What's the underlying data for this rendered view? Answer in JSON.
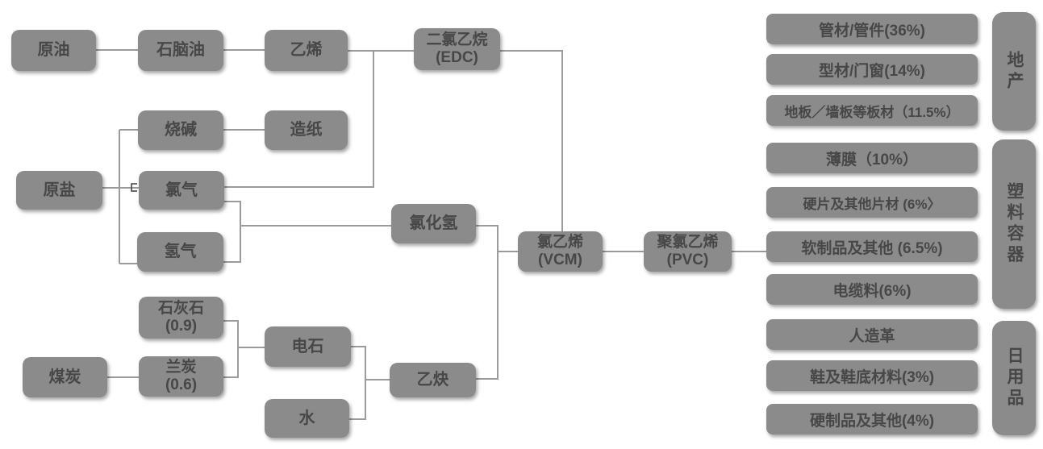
{
  "colors": {
    "background": "#ffffff",
    "box_fill": "#8b8b8b",
    "box_text": "#474747",
    "line": "#9b9b9b"
  },
  "nodes": {
    "crude_oil": {
      "label": "原油"
    },
    "naphtha": {
      "label": "石脑油"
    },
    "ethylene": {
      "label": "乙烯"
    },
    "edc": {
      "label": "二氯乙烷",
      "sub": "(EDC)"
    },
    "caustic_soda": {
      "label": "烧碱"
    },
    "paper": {
      "label": "造纸"
    },
    "raw_salt": {
      "label": "原盐"
    },
    "chlorine": {
      "label": "氯气"
    },
    "hydrogen": {
      "label": "氢气"
    },
    "hcl": {
      "label": "氯化氢"
    },
    "vcm": {
      "label": "氯乙烯",
      "sub": "(VCM)"
    },
    "pvc": {
      "label": "聚氯乙烯",
      "sub": "(PVC)"
    },
    "coal": {
      "label": "煤炭"
    },
    "limestone": {
      "label": "石灰石",
      "sub": "(0.9)"
    },
    "semi_coke": {
      "label": "兰炭",
      "sub": "(0.6)"
    },
    "carbide": {
      "label": "电石"
    },
    "water": {
      "label": "水"
    },
    "acetylene": {
      "label": "乙炔"
    }
  },
  "applications": {
    "items": [
      {
        "label": "管材/管件(36%)"
      },
      {
        "label": "型材/门窗(14%)"
      },
      {
        "label": "地板／墙板等板材（11.5%）"
      },
      {
        "label": "薄膜（10%）"
      },
      {
        "label": "硬片及其他片材 (6%〉"
      },
      {
        "label": "软制品及其他 (6.5%)"
      },
      {
        "label": "电缆料(6%)"
      },
      {
        "label": "人造革"
      },
      {
        "label": "鞋及鞋底材料(3%)"
      },
      {
        "label": "硬制品及其他(4%)"
      }
    ],
    "groups": [
      {
        "label": "地产"
      },
      {
        "label": "塑料容器"
      },
      {
        "label": "日用品"
      }
    ]
  }
}
